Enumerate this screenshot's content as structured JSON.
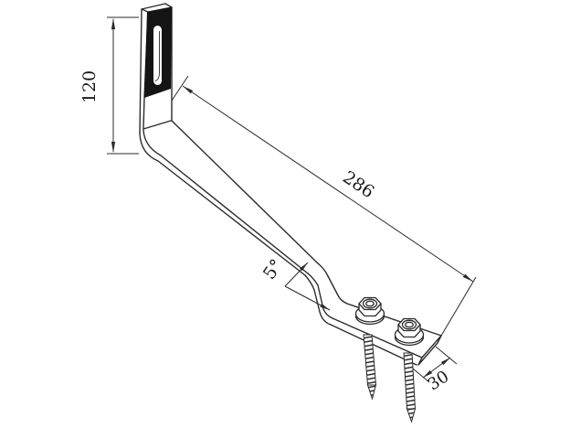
{
  "drawing": {
    "background": "#ffffff",
    "line_color": "#2b2b2b",
    "face_fill": "#141414",
    "text_color": "#1a1a1a",
    "labels": {
      "plate_height": "120",
      "arm_length": "286",
      "bend_angle": "5°",
      "base_width": "30"
    }
  }
}
